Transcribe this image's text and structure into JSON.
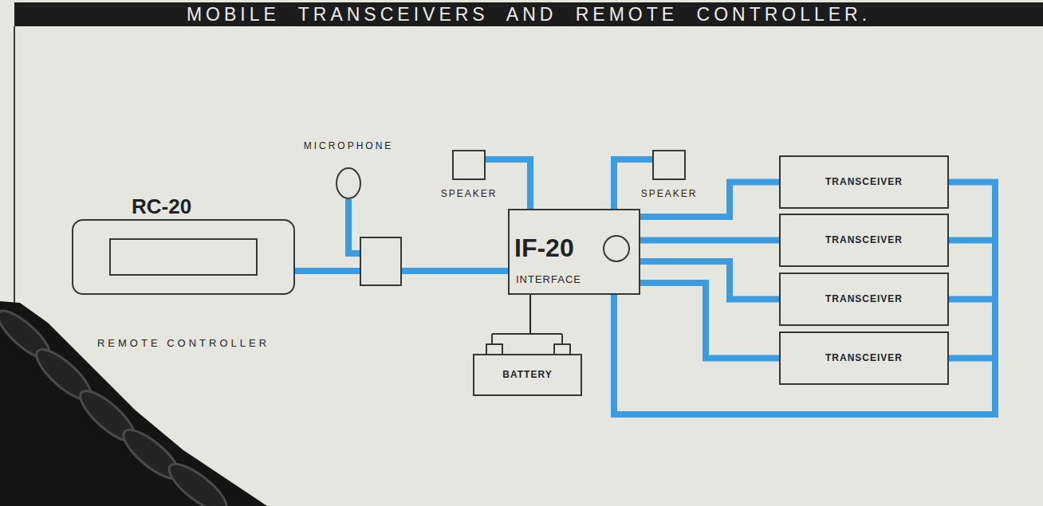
{
  "diagram": {
    "title": "MOBILE TRANSCEIVERS AND REMOTE CONTROLLER.",
    "nodes": [
      {
        "text": [
          "RC-20",
          "REMOTE CONTROLLER"
        ]
      },
      {
        "text": [
          "MICROPHONE"
        ]
      },
      {
        "text": [
          "SPEAKER"
        ]
      },
      {
        "text": [
          "IF-20",
          "INTERFACE"
        ]
      },
      {
        "text": [
          "SPEAKER"
        ]
      },
      {
        "text": [
          "TRANSCEIVER"
        ]
      },
      {
        "text": [
          "TRANSCEIVER"
        ]
      },
      {
        "text": [
          "TRANSCEIVER"
        ]
      },
      {
        "text": [
          "TRANSCEIVER"
        ]
      },
      {
        "text": [
          "BATTERY"
        ]
      }
    ],
    "edges": [
      {
        "from": 0,
        "to": 3,
        "arrow": "none"
      },
      {
        "from": 1,
        "to": 3,
        "arrow": "none"
      },
      {
        "from": 2,
        "to": 3,
        "arrow": "none"
      },
      {
        "from": 4,
        "to": 3,
        "arrow": "none"
      },
      {
        "from": 3,
        "to": 5,
        "arrow": "none"
      },
      {
        "from": 3,
        "to": 6,
        "arrow": "none"
      },
      {
        "from": 3,
        "to": 7,
        "arrow": "none"
      },
      {
        "from": 3,
        "to": 8,
        "arrow": "none"
      },
      {
        "from": 3,
        "to": 5,
        "arrow": "none"
      },
      {
        "from": 3,
        "to": 6,
        "arrow": "none"
      },
      {
        "from": 3,
        "to": 7,
        "arrow": "none"
      },
      {
        "from": 3,
        "to": 8,
        "arrow": "none"
      },
      {
        "from": 3,
        "to": 9,
        "arrow": "none"
      }
    ]
  }
}
